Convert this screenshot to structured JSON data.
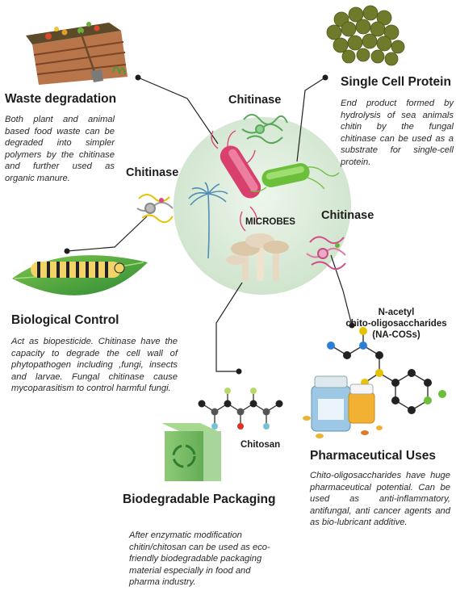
{
  "center": {
    "label": "MICROBES"
  },
  "enzyme_labels": {
    "top": "Chitinase",
    "left": "Chitinase",
    "right": "Chitinase"
  },
  "sections": {
    "waste": {
      "title": "Waste degradation",
      "text": "Both plant and animal based food waste can be degraded into simpler polymers by the chitinase and further used as organic manure."
    },
    "scp": {
      "title": "Single Cell Protein",
      "text": "End product formed by hydrolysis of sea animals chitin by the fungal chitinase can be used as a substrate for single-cell protein."
    },
    "bio": {
      "title": "Biological Control",
      "text": "Act as biopesticide. Chitinase have the capacity to degrade the cell wall of phytopathogen including ,fungi, insects and larvae. Fungal chitinase cause mycoparasitism to control harmful fungi."
    },
    "pharma": {
      "title": "Pharmaceutical Uses",
      "text": "Chito-oligosaccharides have huge pharmaceutical potential. Can be used as anti-inflammatory, antifungal, anti cancer agents and as bio-lubricant additive."
    },
    "packaging": {
      "title": "Biodegradable Packaging",
      "text": "After enzymatic modification chitin/chitosan can be used as eco-friendly biodegradable packaging material especially in food and pharma industry."
    }
  },
  "molecule_labels": {
    "nacos_line1": "N-acetyl",
    "nacos_line2": "chito-oligosaccharides",
    "nacos_line3": "(NA-COSs)",
    "chitosan": "Chitosan"
  },
  "colors": {
    "circle": "#d8ead8",
    "enzyme_green": "#5aa85a",
    "enzyme_pink": "#d24f8a",
    "bacteria_pink": "#d9406e",
    "bacteria_green": "#6bbf3a",
    "fungus_blue": "#4f8fb5",
    "mushroom": "#e6d6bf",
    "leaf": "#4aa84a",
    "box": "#7fc06a"
  }
}
